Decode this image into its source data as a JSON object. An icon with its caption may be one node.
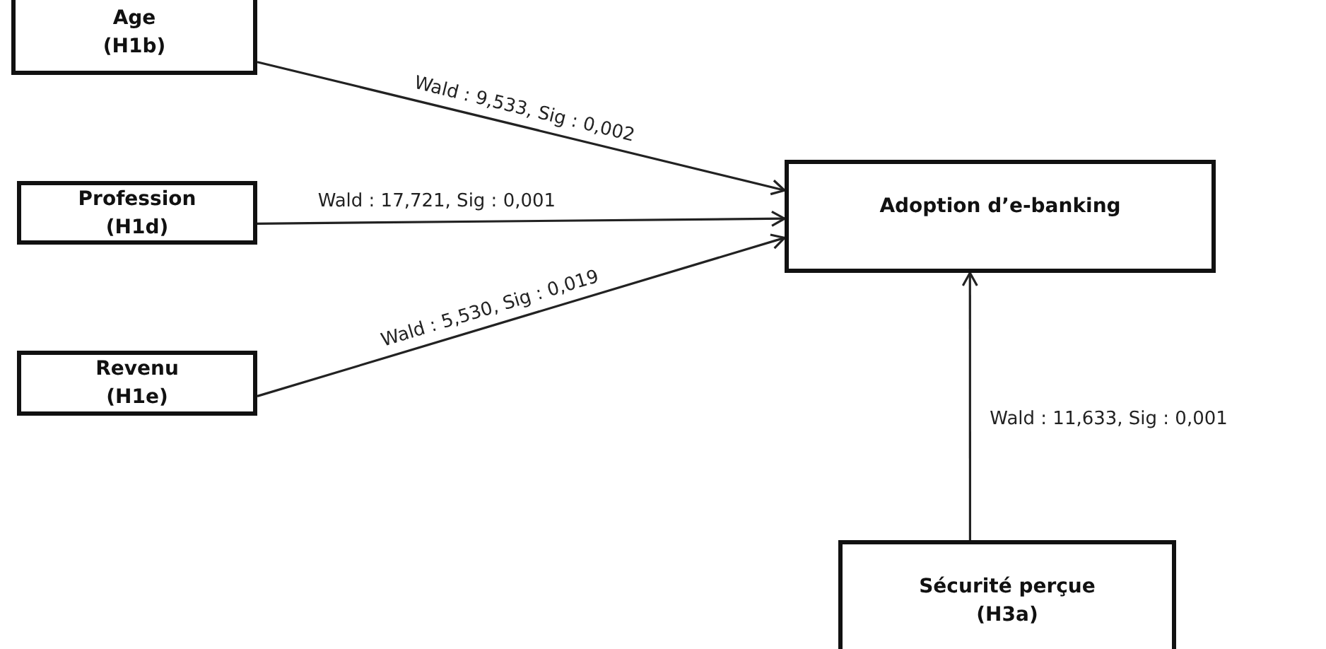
{
  "diagram": {
    "nodes": [
      {
        "text": [
          "Age",
          "(H1b)"
        ]
      },
      {
        "text": [
          "Profession",
          "(H1d)"
        ]
      },
      {
        "text": [
          "Revenu",
          "(H1e)"
        ]
      },
      {
        "text": [
          "Adoption d’e-banking"
        ]
      },
      {
        "text": [
          "Sécurité perçue",
          "(H3a)"
        ]
      }
    ],
    "edges": [
      {
        "from": 0,
        "to": 3,
        "arrow": "to",
        "label": "Wald : 9,533, Sig : 0,002"
      },
      {
        "from": 1,
        "to": 3,
        "arrow": "to",
        "label": "Wald : 17,721, Sig : 0,001"
      },
      {
        "from": 2,
        "to": 3,
        "arrow": "to",
        "label": "Wald : 5,530,  Sig : 0,019"
      },
      {
        "from": 4,
        "to": 3,
        "arrow": "to",
        "label": "Wald : 11,633, Sig : 0,001"
      }
    ]
  }
}
